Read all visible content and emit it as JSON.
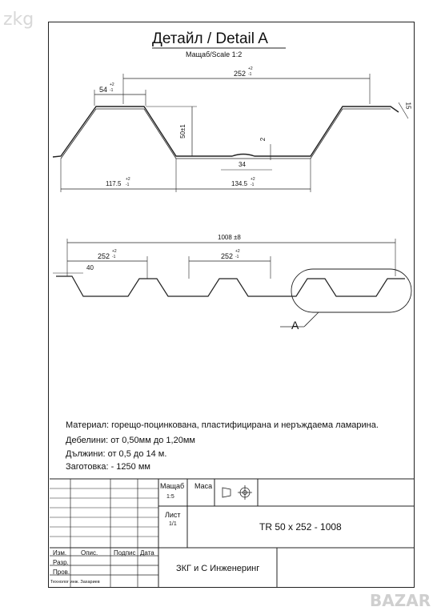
{
  "watermarks": {
    "top_left": "zkg",
    "bottom_right": "BAZAR"
  },
  "header": {
    "title": "Детайл / Detail A",
    "scale": "Мащаб/Scale 1:2"
  },
  "detail": {
    "dim_252": "252",
    "dim_252_tol_top": "+2",
    "dim_252_tol_bot": "-1",
    "dim_54": "54",
    "dim_54_tol_top": "+2",
    "dim_54_tol_bot": "-1",
    "dim_15": "15",
    "dim_50": "50±1",
    "dim_2": "2",
    "dim_34": "34",
    "dim_117": "117.5",
    "dim_117_tol_top": "+2",
    "dim_117_tol_bot": "-1",
    "dim_134": "134.5",
    "dim_134_tol_top": "+2",
    "dim_134_tol_bot": "-1"
  },
  "profile": {
    "dim_1008": "1008 ±8",
    "dim_252_left": "252",
    "dim_252_right": "252",
    "tol_top": "+2",
    "tol_bot": "-1",
    "dim_40": "40",
    "callout": "A"
  },
  "notes": {
    "material": "Материал: горещо-поцинкована, пластифицирана и неръждаема ламарина.",
    "thickness": "Дебелини: от 0,50мм до 1,20мм",
    "lengths": "Дължини: от 0,5 до 14 м.",
    "blank": "Заготовка: - 1250 мм"
  },
  "title_block": {
    "scale_label": "Мащаб",
    "scale_value": "1:5",
    "mass_label": "Маса",
    "sheet_label": "Лист",
    "sheet_value": "1/1",
    "designation": "TR 50 x 252 - 1008",
    "company": "ЗКГ и С Инженеринг",
    "col_izm": "Изм.",
    "col_opis": "Опис.",
    "col_podpis": "Подпис",
    "col_data": "Дата",
    "row_razr": "Разр.",
    "row_prov": "Пров.",
    "row_ing": "Технолог инж. Захариев"
  }
}
